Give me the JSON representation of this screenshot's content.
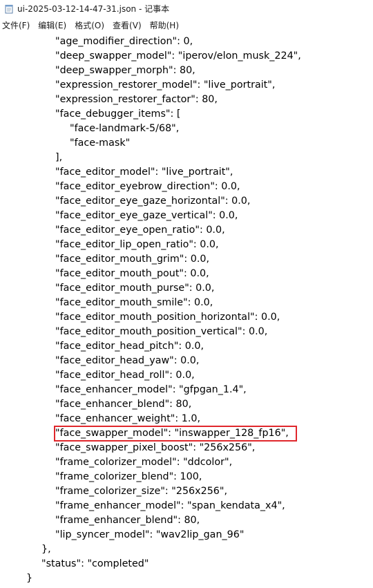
{
  "window": {
    "title": "ui-2025-03-12-14-47-31.json - 记事本",
    "icon": "notepad-icon"
  },
  "menu": [
    {
      "label": "文件(F)"
    },
    {
      "label": "编辑(E)"
    },
    {
      "label": "格式(O)"
    },
    {
      "label": "查看(V)"
    },
    {
      "label": "帮助(H)"
    }
  ],
  "lines": [
    {
      "indent": 2,
      "text": "\"age_modifier_direction\": 0,"
    },
    {
      "indent": 2,
      "text": "\"deep_swapper_model\": \"iperov/elon_musk_224\","
    },
    {
      "indent": 2,
      "text": "\"deep_swapper_morph\": 80,"
    },
    {
      "indent": 2,
      "text": "\"expression_restorer_model\": \"live_portrait\","
    },
    {
      "indent": 2,
      "text": "\"expression_restorer_factor\": 80,"
    },
    {
      "indent": 2,
      "text": "\"face_debugger_items\": ["
    },
    {
      "indent": 3,
      "text": "\"face-landmark-5/68\","
    },
    {
      "indent": 3,
      "text": "\"face-mask\""
    },
    {
      "indent": 2,
      "text": "],"
    },
    {
      "indent": 2,
      "text": "\"face_editor_model\": \"live_portrait\","
    },
    {
      "indent": 2,
      "text": "\"face_editor_eyebrow_direction\": 0.0,"
    },
    {
      "indent": 2,
      "text": "\"face_editor_eye_gaze_horizontal\": 0.0,"
    },
    {
      "indent": 2,
      "text": "\"face_editor_eye_gaze_vertical\": 0.0,"
    },
    {
      "indent": 2,
      "text": "\"face_editor_eye_open_ratio\": 0.0,"
    },
    {
      "indent": 2,
      "text": "\"face_editor_lip_open_ratio\": 0.0,"
    },
    {
      "indent": 2,
      "text": "\"face_editor_mouth_grim\": 0.0,"
    },
    {
      "indent": 2,
      "text": "\"face_editor_mouth_pout\": 0.0,"
    },
    {
      "indent": 2,
      "text": "\"face_editor_mouth_purse\": 0.0,"
    },
    {
      "indent": 2,
      "text": "\"face_editor_mouth_smile\": 0.0,"
    },
    {
      "indent": 2,
      "text": "\"face_editor_mouth_position_horizontal\": 0.0,"
    },
    {
      "indent": 2,
      "text": "\"face_editor_mouth_position_vertical\": 0.0,"
    },
    {
      "indent": 2,
      "text": "\"face_editor_head_pitch\": 0.0,"
    },
    {
      "indent": 2,
      "text": "\"face_editor_head_yaw\": 0.0,"
    },
    {
      "indent": 2,
      "text": "\"face_editor_head_roll\": 0.0,"
    },
    {
      "indent": 2,
      "text": "\"face_enhancer_model\": \"gfpgan_1.4\","
    },
    {
      "indent": 2,
      "text": "\"face_enhancer_blend\": 80,"
    },
    {
      "indent": 2,
      "text": "\"face_enhancer_weight\": 1.0,"
    },
    {
      "indent": 2,
      "text": "\"face_swapper_model\": \"inswapper_128_fp16\",",
      "highlighted": true
    },
    {
      "indent": 2,
      "text": "\"face_swapper_pixel_boost\": \"256x256\","
    },
    {
      "indent": 2,
      "text": "\"frame_colorizer_model\": \"ddcolor\","
    },
    {
      "indent": 2,
      "text": "\"frame_colorizer_blend\": 100,"
    },
    {
      "indent": 2,
      "text": "\"frame_colorizer_size\": \"256x256\","
    },
    {
      "indent": 2,
      "text": "\"frame_enhancer_model\": \"span_kendata_x4\","
    },
    {
      "indent": 2,
      "text": "\"frame_enhancer_blend\": 80,"
    },
    {
      "indent": 2,
      "text": "\"lip_syncer_model\": \"wav2lip_gan_96\""
    },
    {
      "indent": 1,
      "text": "},"
    },
    {
      "indent": 1,
      "text": "\"status\": \"completed\""
    },
    {
      "indent": 0,
      "text": "}"
    }
  ],
  "colors": {
    "highlight_border": "#e0262b"
  }
}
